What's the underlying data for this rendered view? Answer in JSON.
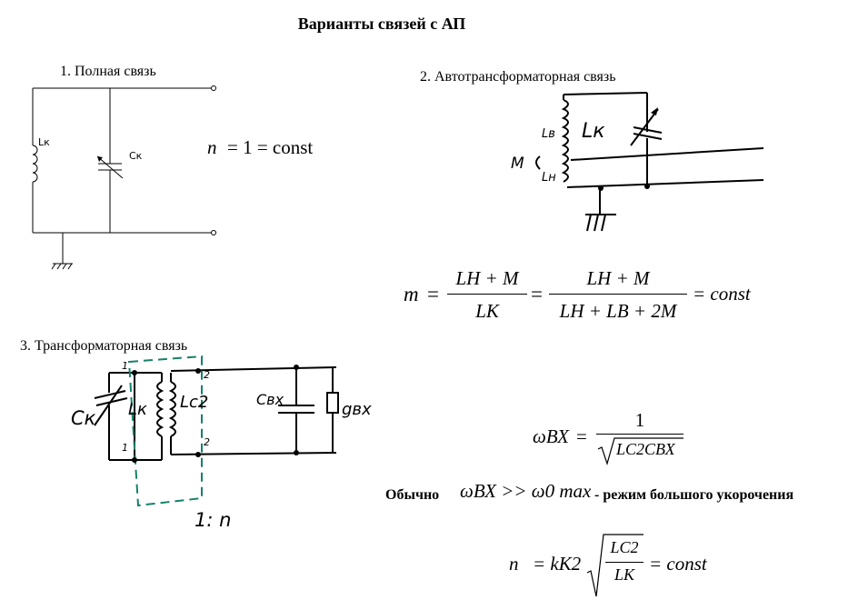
{
  "page_title": "Варианты связей с АП",
  "section1": {
    "title": "1.  Полная связь",
    "label_L": "Lк",
    "label_C": "Cк",
    "formula_lhs": "n",
    "formula_rhs": "= 1 = const"
  },
  "section2": {
    "title": "2.  Автотрансформаторная связь",
    "label_Lv": "Lв",
    "label_Lk": "Lк",
    "label_M": "M",
    "label_Ln": "Lн",
    "f_m": "m",
    "f_num1": "LН + M",
    "f_den1": "LК",
    "f_num2": "LН + M",
    "f_den2": "LН + LВ + 2M",
    "f_const": "= const"
  },
  "section3": {
    "title": "3.  Трансформаторная связь",
    "label_Ck": "Cк",
    "label_Lk": "Lк",
    "label_Lc2": "Lc2",
    "label_Cvx": "Cвх",
    "label_gvx": "gвх",
    "mark_1": "1",
    "mark_2": "2",
    "ratio": "1: n",
    "omega_lhs": "ωВХ",
    "omega_num": "1",
    "omega_den": "LC2CВХ",
    "usually_label": "Обычно",
    "usually_formula": "ωВХ >> ω0 max",
    "usually_text": "-  режим большого укорочения",
    "n_lhs": "n",
    "n_coef": "= kК2",
    "n_num": "LC2",
    "n_den": "LК",
    "n_const": "= const"
  }
}
